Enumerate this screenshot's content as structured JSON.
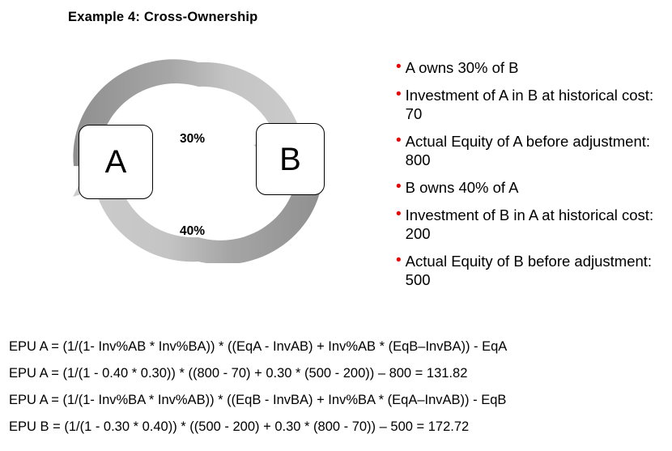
{
  "title": "Example 4: Cross-Ownership",
  "diagram": {
    "node_a_label": "A",
    "node_b_label": "B",
    "arrow_top_label": "30%",
    "arrow_bottom_label": "40%",
    "colors": {
      "arrow_dark": "#999999",
      "arrow_light": "#c9c9c9",
      "box_border": "#000000",
      "box_fill": "#ffffff"
    }
  },
  "bullets": {
    "dot": "•",
    "bullet_color": "#ee0000",
    "items": [
      "A owns 30% of B",
      "Investment of A in B at historical cost: 70",
      "Actual Equity of A before adjustment: 800",
      "B owns 40% of A",
      "Investment of B in A at historical cost: 200",
      "Actual Equity of B before adjustment: 500"
    ]
  },
  "formulas": {
    "lines": [
      "EPU A = (1/(1- Inv%AB * Inv%BA)) * ((EqA - InvAB) + Inv%AB * (EqB–InvBA)) - EqA",
      "EPU A = (1/(1 - 0.40 * 0.30)) * ((800 - 70) + 0.30 * (500 - 200)) – 800 = 131.82",
      "EPU A = (1/(1- Inv%BA * Inv%AB)) * ((EqB - InvBA) + Inv%BA * (EqA–InvAB)) - EqB",
      "EPU B = (1/(1 - 0.30 * 0.40)) * ((500 - 200) + 0.30 * (800 - 70)) – 500 = 172.72"
    ]
  }
}
